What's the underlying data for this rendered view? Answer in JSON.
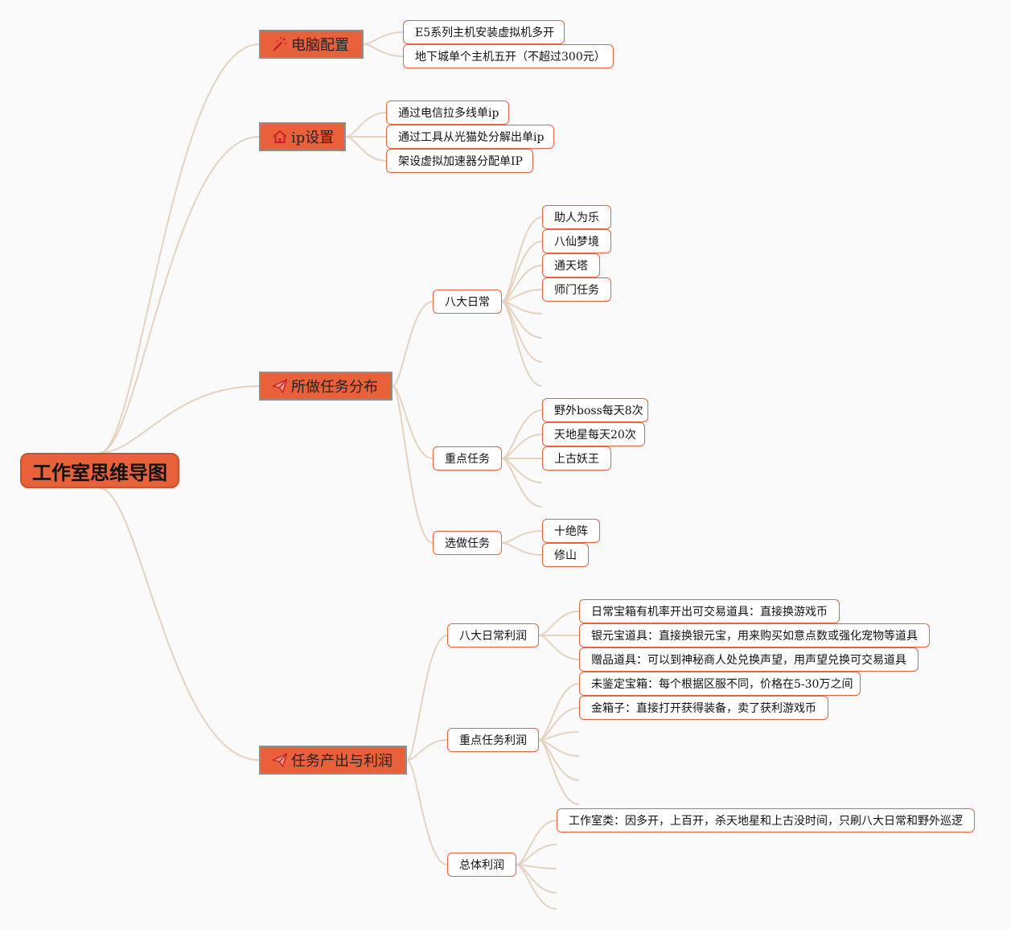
{
  "root": {
    "label": "工作室思维导图"
  },
  "branches": {
    "computer": {
      "label": "电脑配置",
      "icon": "magic-wand-icon",
      "items": [
        "E5系列主机安装虚拟机多开",
        "地下城单个主机五开（不超过300元）"
      ]
    },
    "ip": {
      "label": "ip设置",
      "icon": "house-icon",
      "items": [
        "通过电信拉多线单ip",
        "通过工具从光猫处分解出单ip",
        "架设虚拟加速器分配单IP"
      ]
    },
    "tasks": {
      "label": "所做任务分布",
      "icon": "paper-plane-icon",
      "groups": [
        {
          "label": "八大日常",
          "items": [
            "助人为乐",
            "八仙梦境",
            "通天塔",
            "师门任务"
          ]
        },
        {
          "label": "重点任务",
          "items": [
            "野外boss每天8次",
            "天地星每天20次",
            "上古妖王"
          ]
        },
        {
          "label": "选做任务",
          "items": [
            "十绝阵",
            "修山"
          ]
        }
      ]
    },
    "profit": {
      "label": "任务产出与利润",
      "icon": "paper-plane-icon",
      "groups": [
        {
          "label": "八大日常利润",
          "items": [
            "日常宝箱有机率开出可交易道具：直接换游戏币",
            "银元宝道具：直接换银元宝，用来购买如意点数或强化宠物等道具",
            "赠品道具：可以到神秘商人处兑换声望，用声望兑换可交易道具"
          ]
        },
        {
          "label": "重点任务利润",
          "items": [
            "未鉴定宝箱：每个根据区服不同，价格在5-30万之间",
            "金箱子：直接打开获得装备，卖了获利游戏币"
          ]
        },
        {
          "label": "总体利润",
          "items": [
            "工作室类：因多开，上百开，杀天地星和上古没时间，只刷八大日常和野外巡逻"
          ]
        }
      ]
    }
  }
}
